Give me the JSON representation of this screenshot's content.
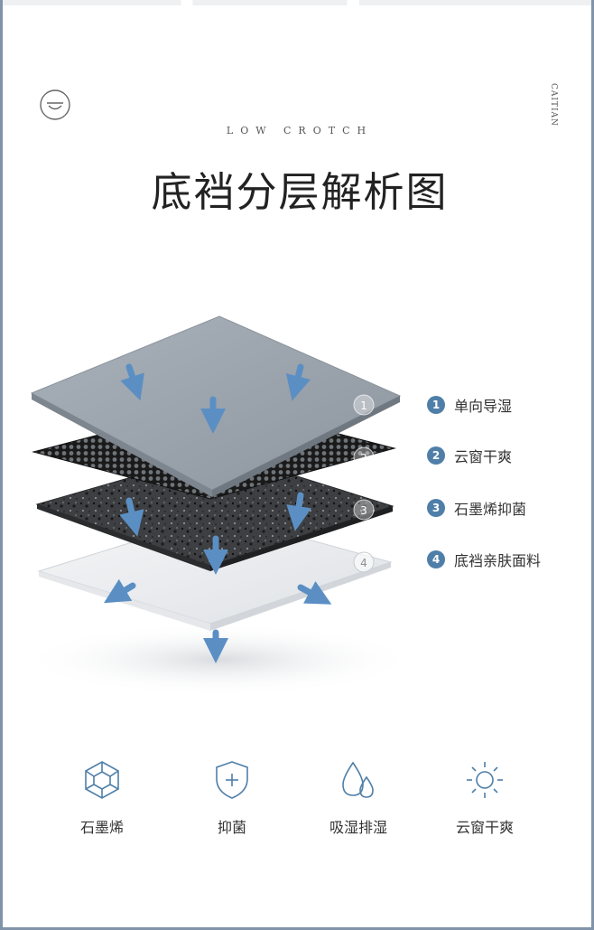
{
  "header": {
    "brand": "CAITIAN",
    "subtitle": "LOW CROTCH",
    "title": "底裆分层解析图"
  },
  "layers": [
    {
      "number": "1",
      "label": "单向导湿"
    },
    {
      "number": "2",
      "label": "云窗干爽"
    },
    {
      "number": "3",
      "label": "石墨烯抑菌"
    },
    {
      "number": "4",
      "label": "底裆亲肤面料"
    }
  ],
  "features": [
    {
      "icon": "graphene-hexagon-icon",
      "label": "石墨烯"
    },
    {
      "icon": "shield-plus-icon",
      "label": "抑菌"
    },
    {
      "icon": "water-drops-icon",
      "label": "吸湿排湿"
    },
    {
      "icon": "sun-icon",
      "label": "云窗干爽"
    }
  ],
  "colors": {
    "accent": "#4f7fa8",
    "arrow": "#5b8fc4",
    "frame": "#8093a8"
  }
}
